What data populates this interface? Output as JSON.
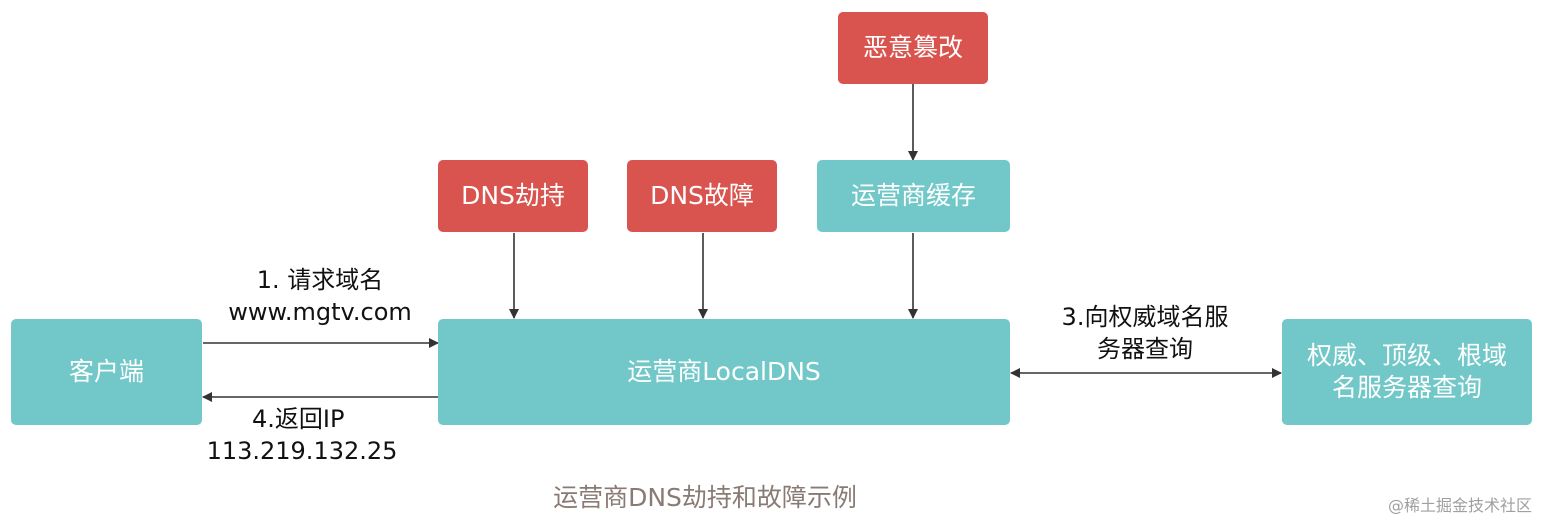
{
  "nodes": {
    "client": "客户端",
    "local_dns": "运营商LocalDNS",
    "authoritative": [
      "权威、顶级、根域",
      "名服务器查询"
    ],
    "dns_hijack": "DNS劫持",
    "dns_failure": "DNS故障",
    "isp_cache": "运营商缓存",
    "malicious_tamper": "恶意篡改"
  },
  "edges": {
    "request": [
      "1. 请求域名",
      "www.mgtv.com"
    ],
    "return_ip": [
      "4.返回IP",
      "113.219.132.25"
    ],
    "query_authoritative": [
      "3.向权威域名服",
      "务器查询"
    ]
  },
  "caption": "运营商DNS劫持和故障示例",
  "watermark": "@稀土掘金技术社区",
  "colors": {
    "teal": "#72c8c8",
    "red": "#d9544f",
    "arrow": "#333333",
    "caption": "#8a7a74"
  }
}
